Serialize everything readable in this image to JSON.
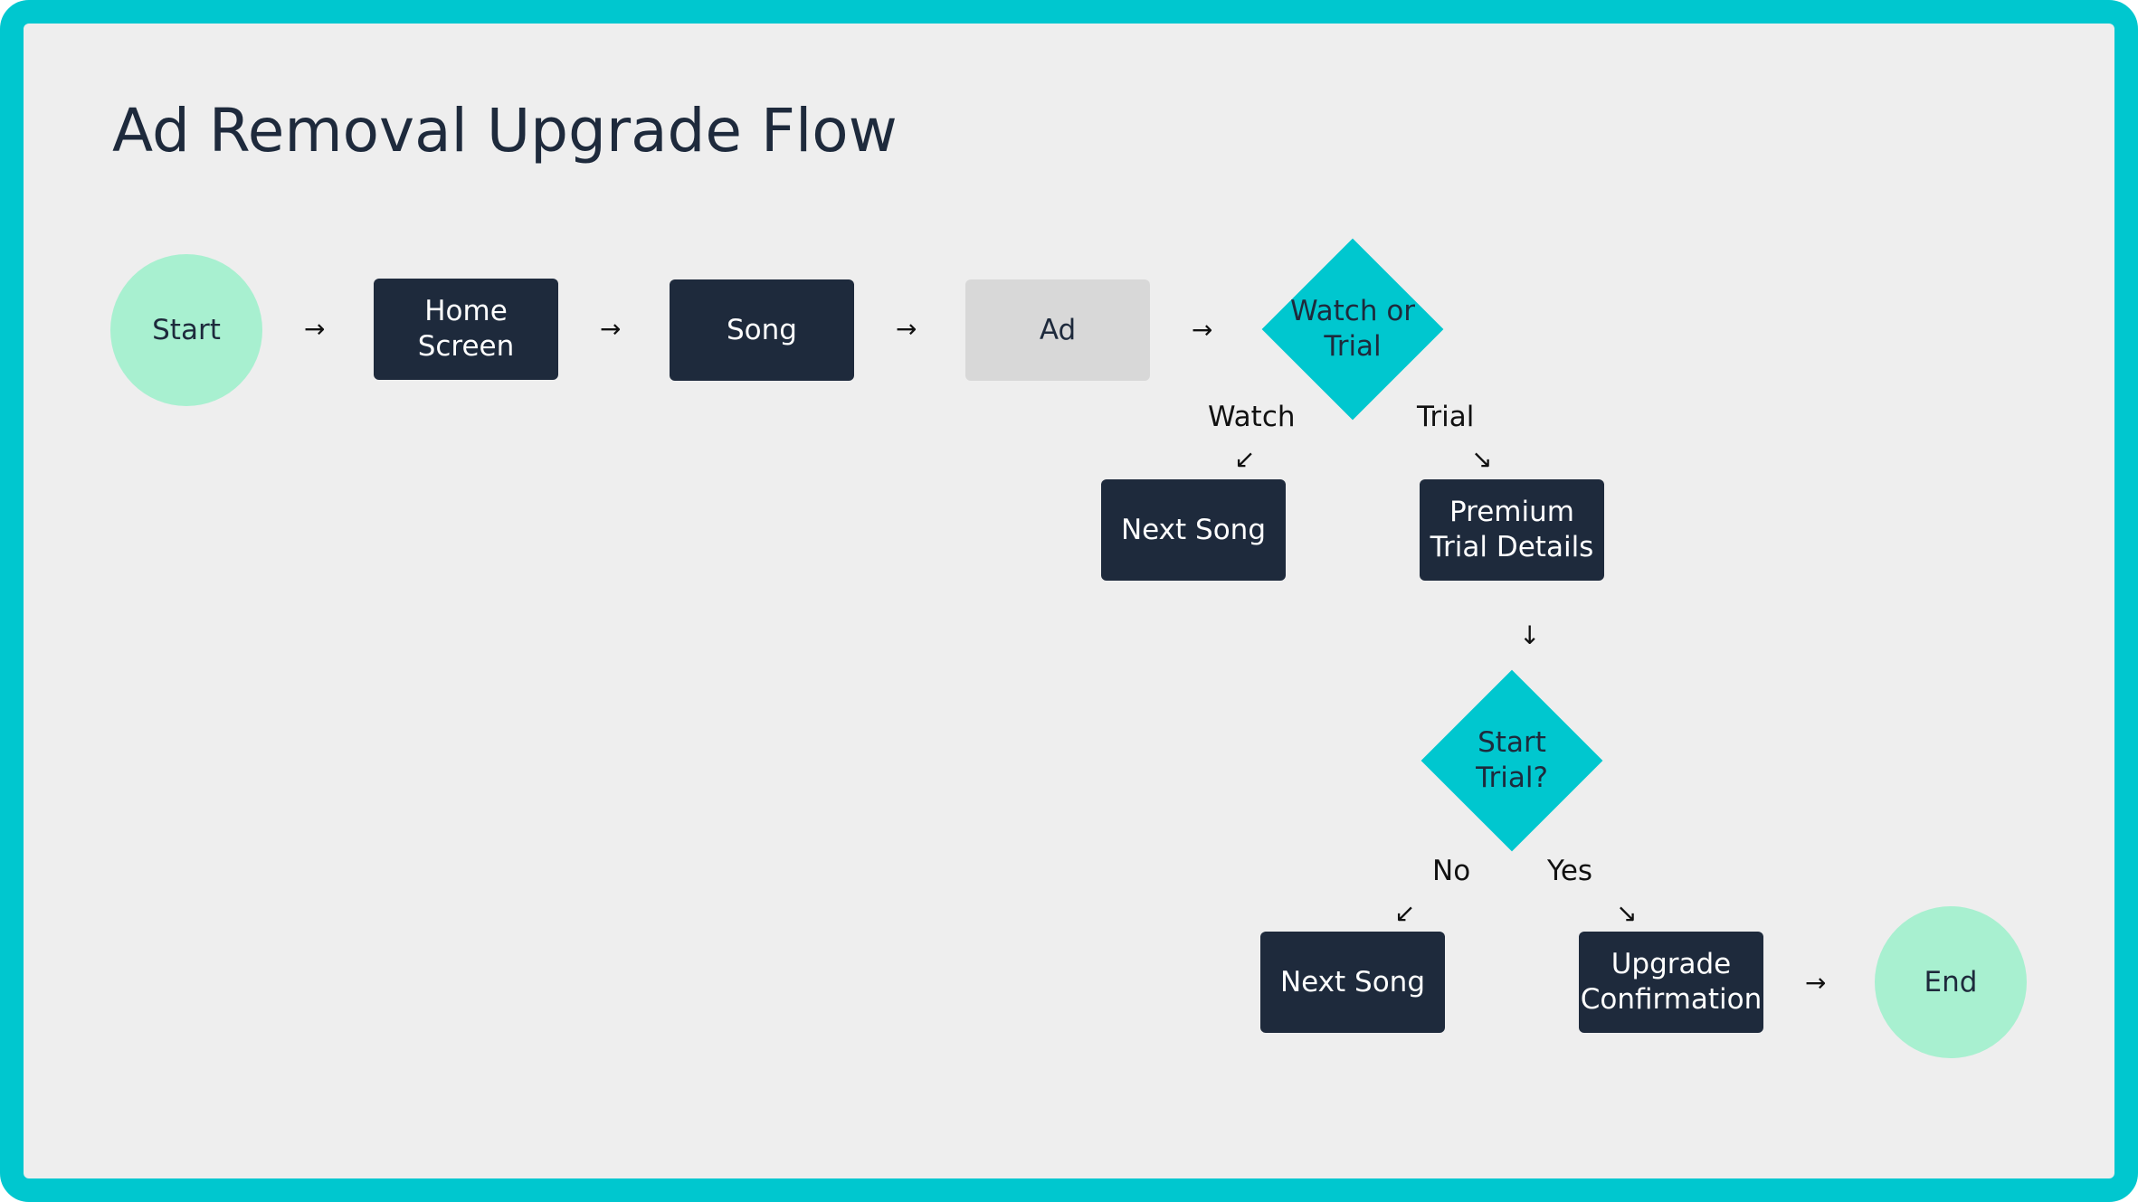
{
  "title": "Ad Removal Upgrade Flow",
  "colors": {
    "frame": "#00c7cf",
    "background": "#eeeeee",
    "dark_box": "#1e2a3c",
    "terminal": "#a8f0d0",
    "decision": "#00c7cf",
    "ad_box": "#d8d8d8"
  },
  "nodes": {
    "start": "Start",
    "home": "Home\nScreen",
    "song": "Song",
    "ad": "Ad",
    "watch_or_trial": "Watch or\nTrial",
    "next_song_1": "Next Song",
    "premium_trial": "Premium\nTrial Details",
    "start_trial": "Start\nTrial?",
    "next_song_2": "Next Song",
    "upgrade_confirmation": "Upgrade\nConfirmation",
    "end": "End"
  },
  "edges": {
    "watch": "Watch",
    "trial": "Trial",
    "no": "No",
    "yes": "Yes"
  },
  "arrows": {
    "right": "→",
    "down": "↓",
    "down_left": "↙",
    "down_right": "↘"
  }
}
